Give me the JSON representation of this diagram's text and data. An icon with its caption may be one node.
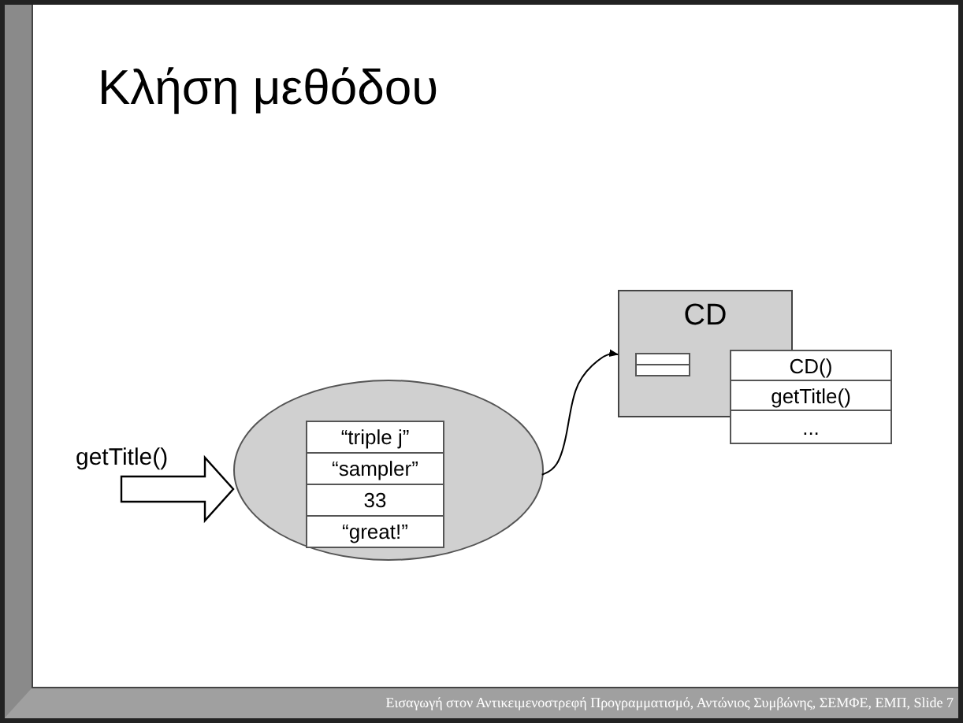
{
  "diagram": {
    "title": "Κλήση μεθόδου",
    "nodes": [
      {
        "text": [],
        "shape": "ellipse"
      },
      {
        "text": [
          "“triple j”"
        ],
        "in": 0
      },
      {
        "text": [
          "“sampler”"
        ],
        "in": 0
      },
      {
        "text": [
          "33"
        ],
        "in": 0
      },
      {
        "text": [
          "“great!”"
        ],
        "in": 0
      },
      {
        "text": [
          "CD"
        ]
      },
      {
        "text": [],
        "shape": "box",
        "in": 5
      },
      {
        "text": [
          "CD()"
        ]
      },
      {
        "text": [
          "getTitle()"
        ]
      },
      {
        "text": [
          "..."
        ]
      }
    ],
    "edges": [
      {
        "from": null,
        "to": 0,
        "arrow": "to",
        "style": "thick"
      },
      {
        "from": 0,
        "to": 5,
        "arrow": "to"
      }
    ],
    "labels": [
      "getTitle()"
    ],
    "caption": "Εισαγωγή στον Αντικειμενοστρεφή Προγραμματισμό, Αντώνιος Συμβώνης, ΣΕΜΦΕ, ΕΜΠ, Slide 7"
  }
}
